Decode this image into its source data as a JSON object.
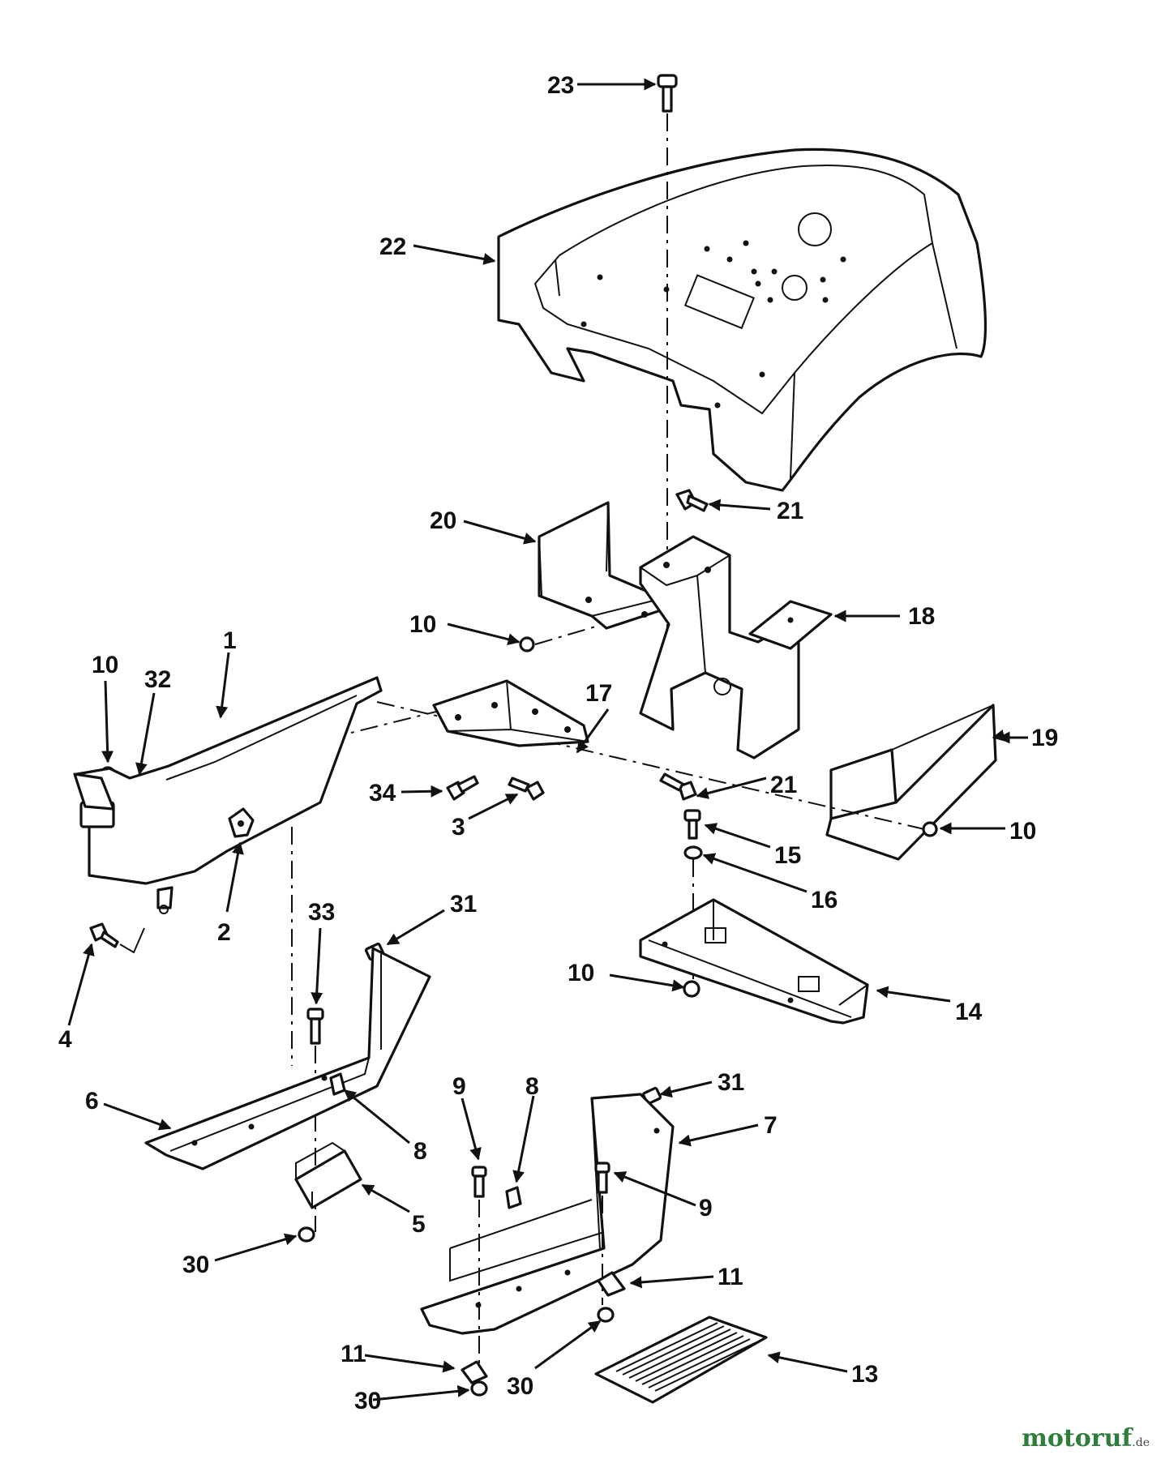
{
  "watermark": {
    "main": "motoruf",
    "tld": ".de"
  },
  "callouts": [
    {
      "id": "c23a",
      "text": "23"
    },
    {
      "id": "c22",
      "text": "22"
    },
    {
      "id": "c21a",
      "text": "21"
    },
    {
      "id": "c20",
      "text": "20"
    },
    {
      "id": "c18",
      "text": "18"
    },
    {
      "id": "c10a",
      "text": "10"
    },
    {
      "id": "c10b",
      "text": "10"
    },
    {
      "id": "c32",
      "text": "32"
    },
    {
      "id": "c1",
      "text": "1"
    },
    {
      "id": "c17",
      "text": "17"
    },
    {
      "id": "c19",
      "text": "19"
    },
    {
      "id": "c21b",
      "text": "21"
    },
    {
      "id": "c34",
      "text": "34"
    },
    {
      "id": "c3",
      "text": "3"
    },
    {
      "id": "c10c",
      "text": "10"
    },
    {
      "id": "c15",
      "text": "15"
    },
    {
      "id": "c16",
      "text": "16"
    },
    {
      "id": "c2",
      "text": "2"
    },
    {
      "id": "c33",
      "text": "33"
    },
    {
      "id": "c31a",
      "text": "31"
    },
    {
      "id": "c10d",
      "text": "10"
    },
    {
      "id": "c14",
      "text": "14"
    },
    {
      "id": "c4",
      "text": "4"
    },
    {
      "id": "c6",
      "text": "6"
    },
    {
      "id": "c8a",
      "text": "8"
    },
    {
      "id": "c31b",
      "text": "31"
    },
    {
      "id": "c9a",
      "text": "9"
    },
    {
      "id": "c8b",
      "text": "8"
    },
    {
      "id": "c7",
      "text": "7"
    },
    {
      "id": "c9b",
      "text": "9"
    },
    {
      "id": "c5",
      "text": "5"
    },
    {
      "id": "c30a",
      "text": "30"
    },
    {
      "id": "c11a",
      "text": "11"
    },
    {
      "id": "c11b",
      "text": "11"
    },
    {
      "id": "c13",
      "text": "13"
    },
    {
      "id": "c30b",
      "text": "30"
    },
    {
      "id": "c30c",
      "text": "30"
    }
  ]
}
